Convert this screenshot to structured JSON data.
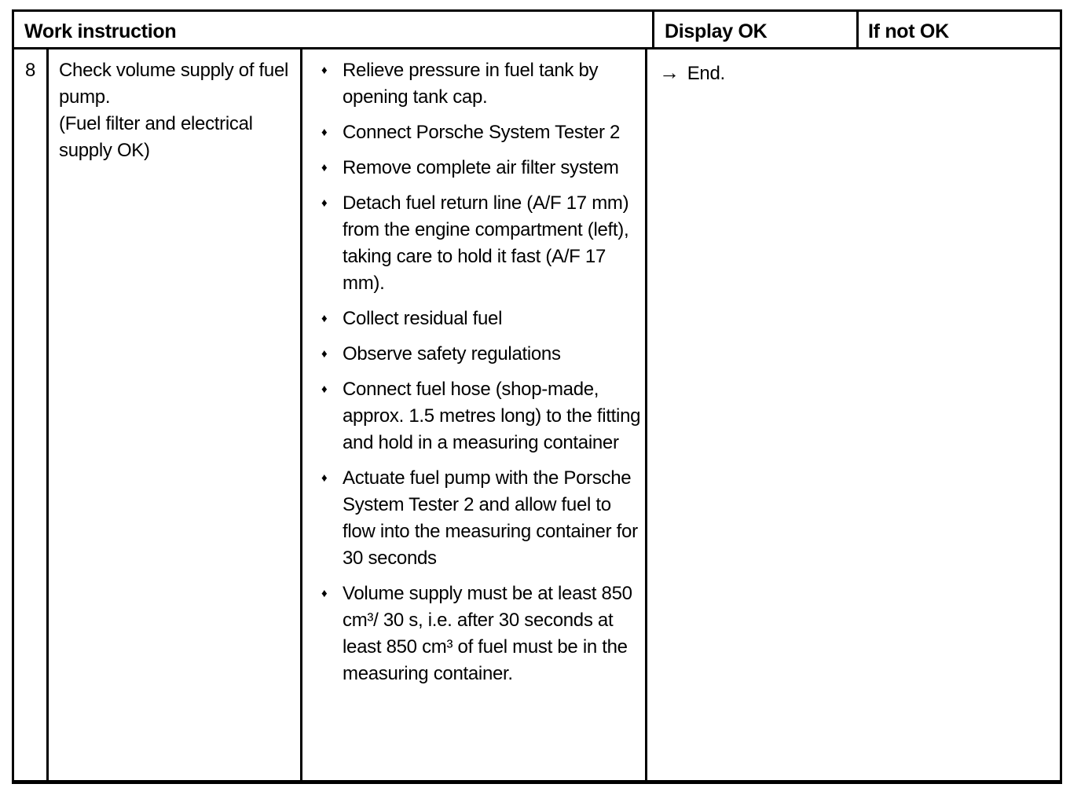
{
  "table": {
    "headers": {
      "work_instruction": "Work instruction",
      "display_ok": "Display OK",
      "if_not_ok": "If not OK"
    },
    "row": {
      "step_number": "8",
      "task_lines": [
        "Check volume supply of fuel pump.",
        "(Fuel filter and electrical supply OK)"
      ],
      "instructions": [
        "Relieve pressure in fuel tank by opening tank cap.",
        "Connect Porsche System Tester 2",
        "Remove complete air filter system",
        "Detach fuel return line (A/F 17 mm) from the engine compartment (left), taking care to hold it fast (A/F 17 mm).",
        "Collect residual fuel",
        "Observe safety regulations",
        "Connect fuel hose (shop-made, approx. 1.5 metres long) to the fitting and hold in a measuring container",
        "Actuate fuel pump with the Porsche System Tester 2 and allow fuel to flow into the measuring container for 30 seconds",
        "Volume supply must be at least 850 cm³/ 30 s, i.e. after 30 seconds at least 850 cm³ of fuel must be in the measuring container."
      ],
      "display_ok_text": "End.",
      "if_not_ok_text": ""
    }
  },
  "glyphs": {
    "bullet": "♦",
    "arrow_right": "→"
  },
  "colors": {
    "border": "#000000",
    "text": "#000000",
    "background": "#ffffff"
  }
}
